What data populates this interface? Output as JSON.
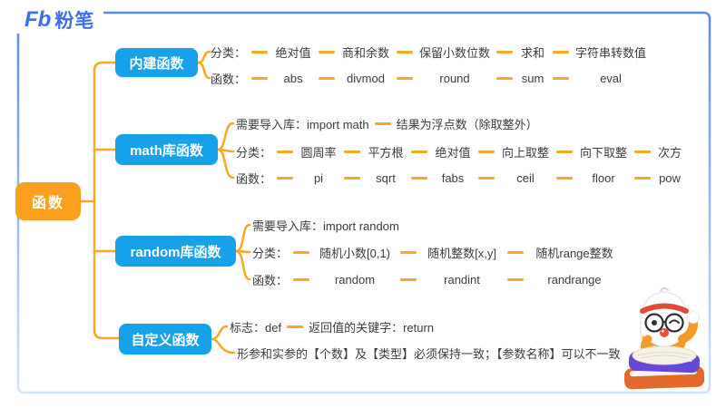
{
  "brand": {
    "logo_fb": "Fb",
    "logo_name": "粉笔"
  },
  "root": {
    "label": "函数"
  },
  "colors": {
    "node_blue": "#17A1E9",
    "root_orange": "#F9A01E",
    "connector_orange": "#F9A825",
    "logo_blue": "#3D6FE8",
    "frame_blue_top": "#5C89E8",
    "frame_blue_bottom": "#D4E2F6",
    "text_dark": "#3B3B40"
  },
  "branches": [
    {
      "label": "内建函数",
      "rows": [
        {
          "label": "分类：",
          "items": [
            "绝对值",
            "商和余数",
            "保留小数位数",
            "求和",
            "字符串转数值"
          ]
        },
        {
          "label": "函数：",
          "items": [
            "abs",
            "divmod",
            "round",
            "sum",
            "eval"
          ]
        }
      ]
    },
    {
      "label": "math库函数",
      "rows": [
        {
          "label": "需要导入库：import math",
          "items": [
            "结果为浮点数（除取整外）"
          ]
        },
        {
          "label": "分类：",
          "items": [
            "圆周率",
            "平方根",
            "绝对值",
            "向上取整",
            "向下取整",
            "次方"
          ]
        },
        {
          "label": "函数：",
          "items": [
            "pi",
            "sqrt",
            "fabs",
            "ceil",
            "floor",
            "pow"
          ]
        }
      ]
    },
    {
      "label": "random库函数",
      "rows": [
        {
          "label": "需要导入库：import random",
          "items": []
        },
        {
          "label": "分类：",
          "items": [
            "随机小数[0,1)",
            "随机整数[x,y]",
            "随机range整数"
          ]
        },
        {
          "label": "函数：",
          "items": [
            "random",
            "randint",
            "randrange"
          ]
        }
      ]
    },
    {
      "label": "自定义函数",
      "rows": [
        {
          "label": "标志：def",
          "items": [
            "返回值的关键字：return"
          ]
        },
        {
          "label": "形参和实参的【个数】及【类型】必须保持一致；【参数名称】可以不一致",
          "items": []
        }
      ]
    }
  ]
}
